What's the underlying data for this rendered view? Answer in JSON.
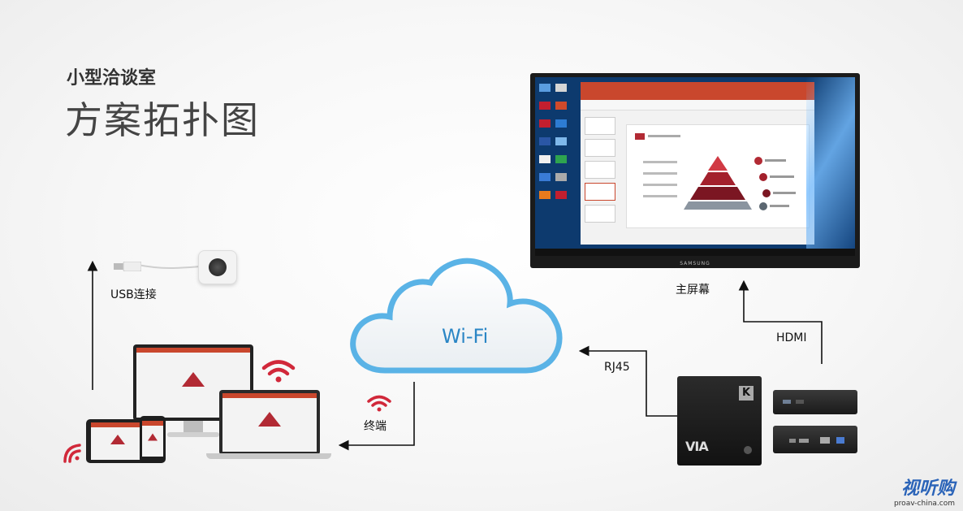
{
  "header": {
    "subtitle": "小型洽谈室",
    "title": "方案拓扑图"
  },
  "labels": {
    "usb": "USB连接",
    "wifi": "Wi-Fi",
    "terminal": "终端",
    "rj45": "RJ45",
    "hdmi": "HDMI",
    "main_screen": "主屏幕"
  },
  "tv": {
    "brand": "SAMSUNG"
  },
  "hardware": {
    "via_logo": "VIA",
    "kramer_mark": "K"
  },
  "watermark": {
    "name": "视听购",
    "url": "proav-china.com"
  },
  "colors": {
    "wifi_red": "#d1283a",
    "cloud_blue": "#5ab3e6",
    "wifi_text": "#2b86c5",
    "ppt_accent": "#c9472d"
  }
}
